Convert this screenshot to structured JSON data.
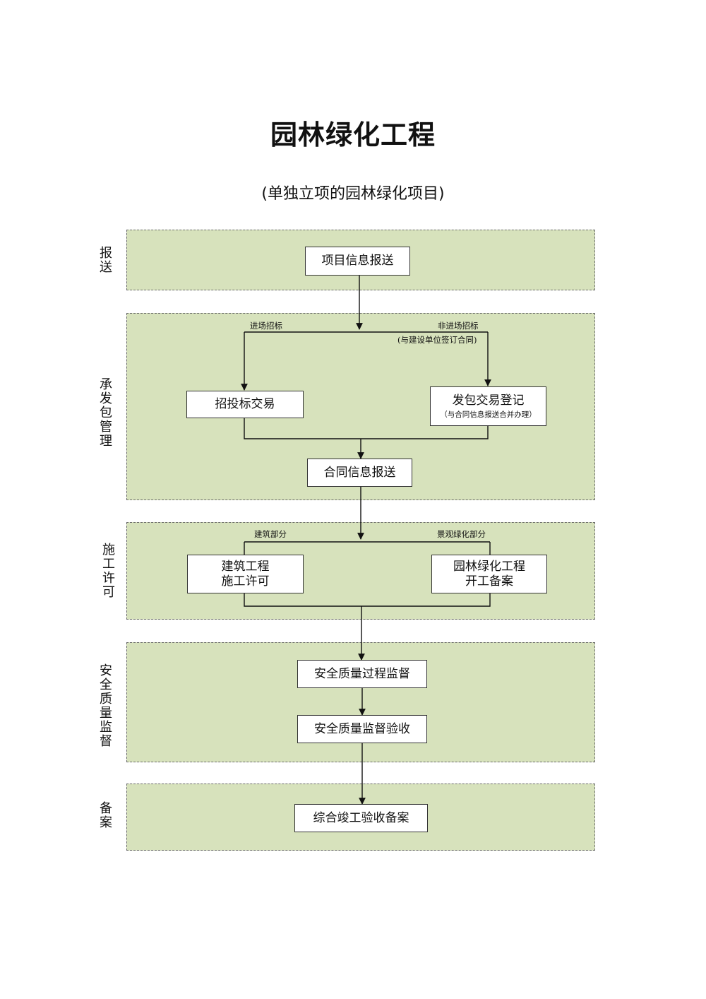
{
  "title": "园林绿化工程",
  "subtitle": "(单独立项的园林绿化项目)",
  "stages": [
    {
      "label": "报送"
    },
    {
      "label": "承发包管理"
    },
    {
      "label": "施工许可"
    },
    {
      "label": "安全质量监督"
    },
    {
      "label": "备案"
    }
  ],
  "nodes": {
    "project_info_report": "项目信息报送",
    "tender_trading": "招投标交易",
    "contract_registration": "发包交易登记",
    "contract_registration_note": "（与合同信息报送合并办理）",
    "contract_info_report": "合同信息报送",
    "building_permit_line1": "建筑工程",
    "building_permit_line2": "施工许可",
    "landscape_filing_line1": "园林绿化工程",
    "landscape_filing_line2": "开工备案",
    "safety_supervision": "安全质量过程监督",
    "safety_acceptance": "安全质量监督验收",
    "completion_filing": "综合竣工验收备案"
  },
  "edge_labels": {
    "market_tender": "进场招标",
    "non_market_tender": "非进场招标",
    "non_market_note": "(与建设单位签订合同)",
    "building_part": "建筑部分",
    "landscape_part": "景观绿化部分"
  }
}
